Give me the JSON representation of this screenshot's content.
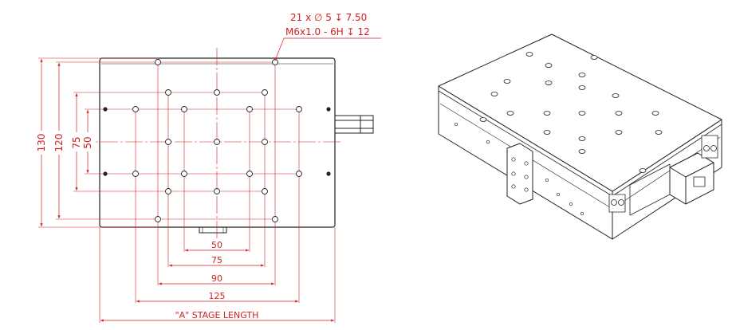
{
  "callout": {
    "line1": "21 x ∅ 5 ↧ 7.50",
    "line2": "M6x1.0 - 6H ↧ 12"
  },
  "vertical_dims": [
    "130",
    "120",
    "75",
    "50"
  ],
  "horizontal_dims": [
    "50",
    "75",
    "90",
    "125"
  ],
  "stage_length_label": "\"A\" STAGE LENGTH",
  "colors": {
    "dimension": "#d21f1f",
    "outline": "#222222",
    "background": "#ffffff"
  }
}
